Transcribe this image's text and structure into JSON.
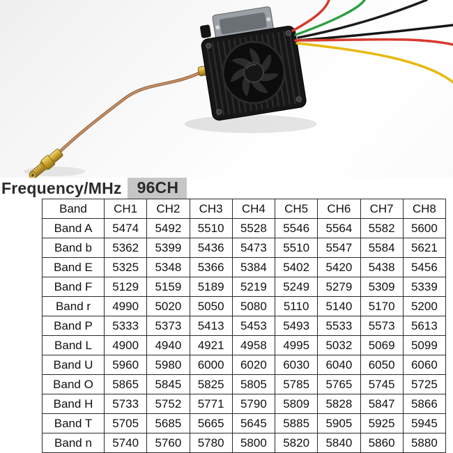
{
  "photo": {
    "subject": "video transmitter module with cooling fan, wire harness and SMA antenna pigtail",
    "wires": [
      {
        "name": "red",
        "color": "#d63b2f"
      },
      {
        "name": "green",
        "color": "#2f9e44"
      },
      {
        "name": "black",
        "color": "#1b1b1b"
      },
      {
        "name": "black-2",
        "color": "#151515"
      },
      {
        "name": "yellow",
        "color": "#e8b80e"
      },
      {
        "name": "red-2",
        "color": "#d63b2f"
      }
    ],
    "coax_color": "#9c6b47",
    "connector_gold": "#d4af37"
  },
  "heading": {
    "label": "Frequency/MHz",
    "channels": "96CH",
    "highlight_color": "#c6c6c6"
  },
  "table": {
    "headers": [
      "Band",
      "CH1",
      "CH2",
      "CH3",
      "CH4",
      "CH5",
      "CH6",
      "CH7",
      "CH8"
    ],
    "rows": [
      {
        "band": "Band A",
        "values": [
          5474,
          5492,
          5510,
          5528,
          5546,
          5564,
          5582,
          5600
        ]
      },
      {
        "band": "Band b",
        "values": [
          5362,
          5399,
          5436,
          5473,
          5510,
          5547,
          5584,
          5621
        ]
      },
      {
        "band": "Band E",
        "values": [
          5325,
          5348,
          5366,
          5384,
          5402,
          5420,
          5438,
          5456
        ]
      },
      {
        "band": "Band F",
        "values": [
          5129,
          5159,
          5189,
          5219,
          5249,
          5279,
          5309,
          5339
        ]
      },
      {
        "band": "Band r",
        "values": [
          4990,
          5020,
          5050,
          5080,
          5110,
          5140,
          5170,
          5200
        ]
      },
      {
        "band": "Band P",
        "values": [
          5333,
          5373,
          5413,
          5453,
          5493,
          5533,
          5573,
          5613
        ]
      },
      {
        "band": "Band L",
        "values": [
          4900,
          4940,
          4921,
          4958,
          4995,
          5032,
          5069,
          5099
        ]
      },
      {
        "band": "Band U",
        "values": [
          5960,
          5980,
          6000,
          6020,
          6030,
          6040,
          6050,
          6060
        ]
      },
      {
        "band": "Band O",
        "values": [
          5865,
          5845,
          5825,
          5805,
          5785,
          5765,
          5745,
          5725
        ]
      },
      {
        "band": "Band H",
        "values": [
          5733,
          5752,
          5771,
          5790,
          5809,
          5828,
          5847,
          5866
        ]
      },
      {
        "band": "Band T",
        "values": [
          5705,
          5685,
          5665,
          5645,
          5885,
          5905,
          5925,
          5945
        ]
      },
      {
        "band": "Band n",
        "values": [
          5740,
          5760,
          5780,
          5800,
          5820,
          5840,
          5860,
          5880
        ]
      }
    ]
  }
}
